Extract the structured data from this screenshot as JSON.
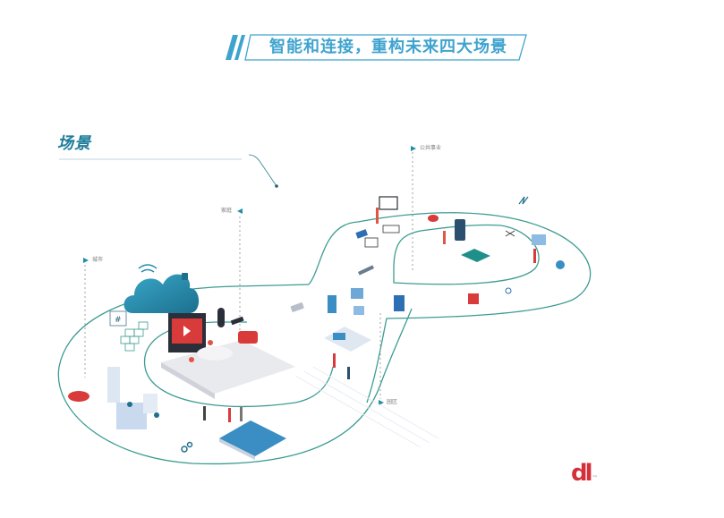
{
  "header": {
    "title": "智能和连接，重构未来四大场景"
  },
  "section": {
    "title": "场景"
  },
  "scenarios": [
    {
      "id": "city",
      "label": "城市"
    },
    {
      "id": "home",
      "label": "家庭"
    },
    {
      "id": "public-utilities",
      "label": "公共事业"
    },
    {
      "id": "park",
      "label": "园区"
    }
  ],
  "logo": {
    "mark": "dl",
    "sub": "dljs"
  },
  "colors": {
    "path": "#3c9c92",
    "title": "#3fa3cf",
    "section": "#1e7d9a",
    "accent_red": "#d3303a",
    "cloud": "#2a8bb0",
    "marker": "#1f8fa3"
  }
}
